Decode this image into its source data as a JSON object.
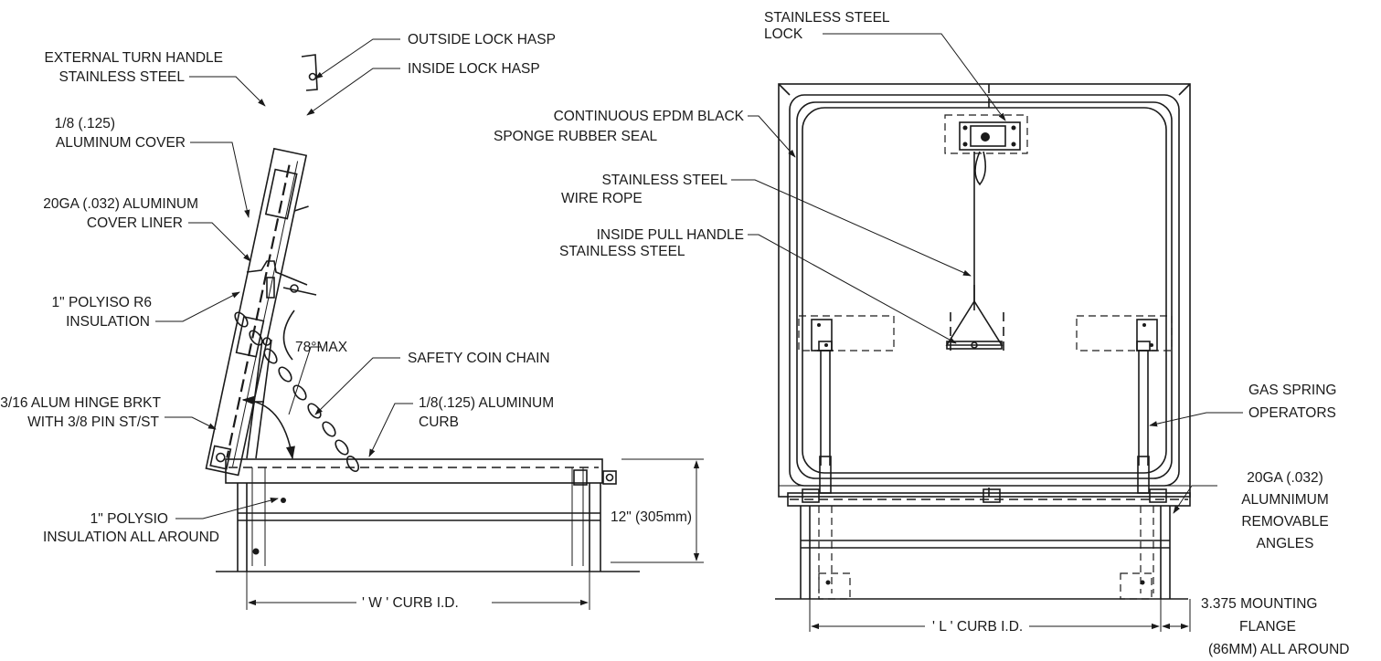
{
  "side_view": {
    "labels": {
      "outside_lock_hasp": "OUTSIDE LOCK HASP",
      "inside_lock_hasp": "INSIDE LOCK HASP",
      "external_turn_handle_1": "EXTERNAL TURN HANDLE",
      "external_turn_handle_2": "STAINLESS STEEL",
      "aluminum_cover_1": "1/8 (.125)",
      "aluminum_cover_2": "ALUMINUM COVER",
      "cover_liner_1": "20GA (.032) ALUMINUM",
      "cover_liner_2": "COVER LINER",
      "polyiso_r6_1": "1\" POLYISO R6",
      "polyiso_r6_2": "INSULATION",
      "max_angle": "78°MAX",
      "safety_chain": "SAFETY COIN CHAIN",
      "hinge_bracket_1": "3/16 ALUM HINGE BRKT",
      "hinge_bracket_2": "WITH 3/8 PIN ST/ST",
      "aluminum_curb_1": "1/8(.125) ALUMINUM",
      "aluminum_curb_2": "CURB",
      "curb_height": "12\" (305mm)",
      "polysio_1": "1\" POLYSIO",
      "polysio_2": "INSULATION ALL AROUND",
      "w_dimension": "' W ' CURB I.D."
    }
  },
  "plan_view": {
    "labels": {
      "lock_1": "STAINLESS STEEL",
      "lock_2": "LOCK",
      "epdm_seal_1": "CONTINUOUS EPDM BLACK",
      "epdm_seal_2": "SPONGE RUBBER SEAL",
      "wire_rope_1": "STAINLESS STEEL",
      "wire_rope_2": "WIRE ROPE",
      "pull_handle_1": "INSIDE PULL HANDLE",
      "pull_handle_2": "STAINLESS STEEL",
      "gas_spring_1": "GAS SPRING",
      "gas_spring_2": "OPERATORS",
      "angles_1": "20GA (.032)",
      "angles_2": "ALUMNIMUM",
      "angles_3": "REMOVABLE",
      "angles_4": "ANGLES",
      "flange_1": "3.375 MOUNTING",
      "flange_2": "FLANGE",
      "flange_3": "(86MM) ALL AROUND",
      "l_dimension": "' L ' CURB I.D."
    }
  }
}
